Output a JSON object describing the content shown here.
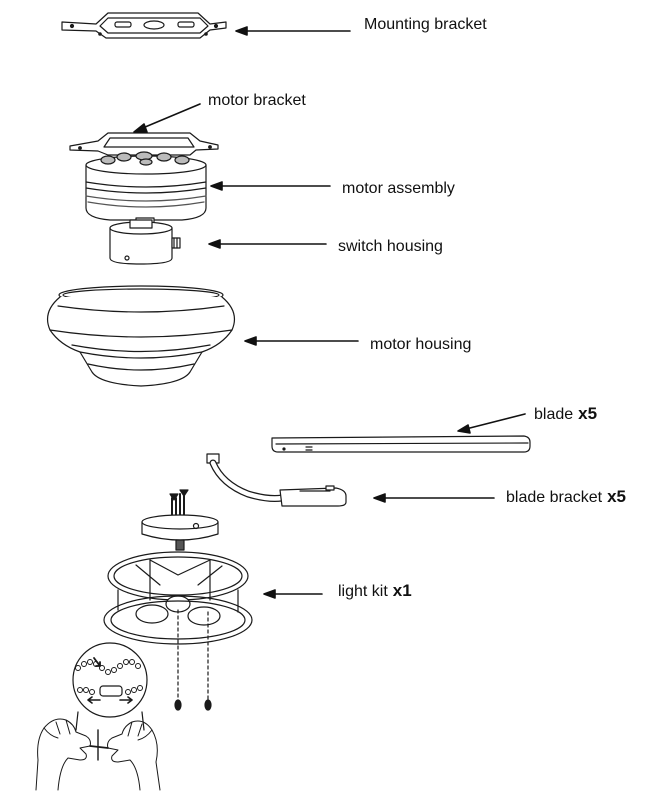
{
  "parts": [
    {
      "id": "mounting-bracket",
      "label": "Mounting bracket",
      "qty": ""
    },
    {
      "id": "motor-bracket",
      "label": "motor bracket",
      "qty": ""
    },
    {
      "id": "motor-assembly",
      "label": "motor assembly",
      "qty": ""
    },
    {
      "id": "switch-housing",
      "label": "switch housing",
      "qty": ""
    },
    {
      "id": "motor-housing",
      "label": "motor housing",
      "qty": ""
    },
    {
      "id": "blade",
      "label": "blade",
      "qty": "x5"
    },
    {
      "id": "blade-bracket",
      "label": "blade bracket",
      "qty": "x5"
    },
    {
      "id": "light-kit",
      "label": "light kit",
      "qty": "x1"
    }
  ],
  "colors": {
    "line": "#1a1a1a",
    "fill": "#ffffff",
    "shade": "#d9d9d9",
    "dark": "#333333"
  }
}
